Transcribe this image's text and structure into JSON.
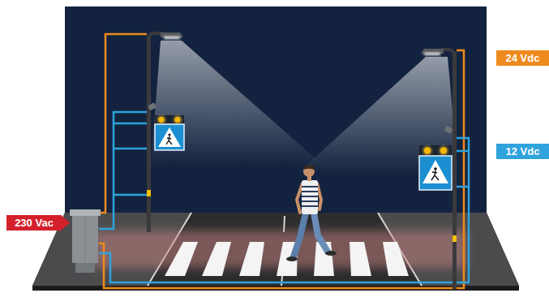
{
  "diagram": {
    "nodes": [
      {
        "text": [
          "230 Vac"
        ]
      },
      {
        "text": [
          "24 Vdc"
        ]
      },
      {
        "text": [
          "12 Vdc"
        ]
      }
    ]
  }
}
